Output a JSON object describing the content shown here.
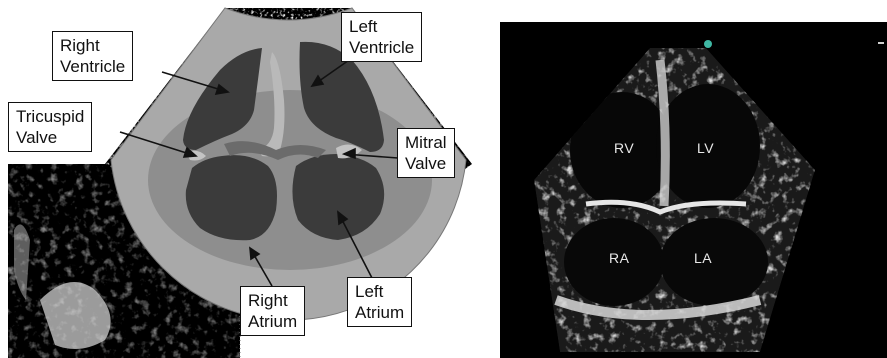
{
  "diagram": {
    "labels": {
      "right_ventricle": [
        "Right",
        "Ventricle"
      ],
      "left_ventricle": [
        "Left",
        "Ventricle"
      ],
      "tricuspid_valve": [
        "Tricuspid",
        "Valve"
      ],
      "mitral_valve": [
        "Mitral",
        "Valve"
      ],
      "right_atrium": [
        "Right",
        "Atrium"
      ],
      "left_atrium": [
        "Left",
        "Atrium"
      ]
    }
  },
  "echo": {
    "labels": {
      "rv": "RV",
      "lv": "LV",
      "ra": "RA",
      "la": "LA"
    }
  },
  "colors": {
    "wall_gray": "#a9a9a9",
    "chamber_dark": "#3b3b3b",
    "echo_background": "#000000",
    "marker_teal": "#3fb8a4"
  }
}
